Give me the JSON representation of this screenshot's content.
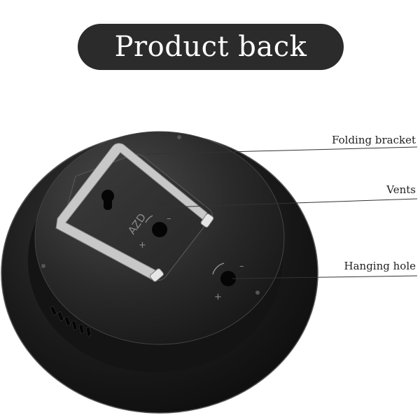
{
  "title": "Product back",
  "embossed_mark": "AZD",
  "callouts": {
    "folding_bracket": "Folding bracket",
    "vents": "Vents",
    "hanging_hole": "Hanging hole"
  },
  "colors": {
    "title_bg": "#2b2b2b",
    "title_text": "#ffffff",
    "body_dark": "#1c1c1c",
    "label_text": "#222222"
  }
}
